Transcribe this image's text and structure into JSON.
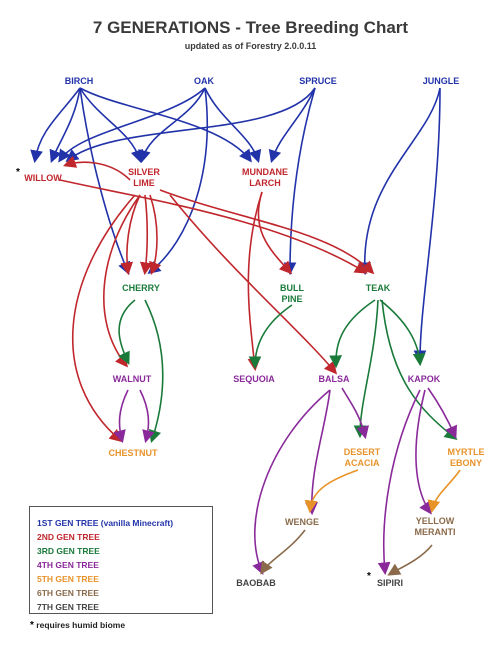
{
  "title": "7 GENERATIONS - Tree Breeding Chart",
  "subtitle": "updated as of Forestry 2.0.0.11",
  "colors": {
    "gen1": "#2233aa",
    "gen2": "#c0272d",
    "gen3": "#1a7a3a",
    "gen4": "#8a2a9a",
    "gen5": "#e8932a",
    "gen6": "#8a6a4a",
    "gen7": "#444444"
  },
  "nodes": {
    "birch": "BIRCH",
    "oak": "OAK",
    "spruce": "SPRUCE",
    "jungle": "JUNGLE",
    "willow": "WILLOW",
    "silver_lime": "SILVER\nLIME",
    "mundane_larch": "MUNDANE\nLARCH",
    "cherry": "CHERRY",
    "bull_pine": "BULL\nPINE",
    "teak": "TEAK",
    "walnut": "WALNUT",
    "sequoia": "SEQUOIA",
    "balsa": "BALSA",
    "kapok": "KAPOK",
    "chestnut": "CHESTNUT",
    "desert_acacia": "DESERT\nACACIA",
    "myrtle_ebony": "MYRTLE\nEBONY",
    "wenge": "WENGE",
    "yellow_meranti": "YELLOW\nMERANTI",
    "baobab": "BAOBAB",
    "sipiri": "SIPIRI"
  },
  "legend": [
    {
      "label": "1ST GEN TREE (vanilla Minecraft)",
      "color": "#2233aa"
    },
    {
      "label": "2ND GEN TREE",
      "color": "#c0272d"
    },
    {
      "label": "3RD GEN TREE",
      "color": "#1a7a3a"
    },
    {
      "label": "4TH GEN TREE",
      "color": "#8a2a9a"
    },
    {
      "label": "5TH GEN TREE",
      "color": "#e8932a"
    },
    {
      "label": "6TH GEN TREE",
      "color": "#8a6a4a"
    },
    {
      "label": "7TH GEN TREE",
      "color": "#444444"
    }
  ],
  "footnote": "requires humid biome",
  "star": "*"
}
